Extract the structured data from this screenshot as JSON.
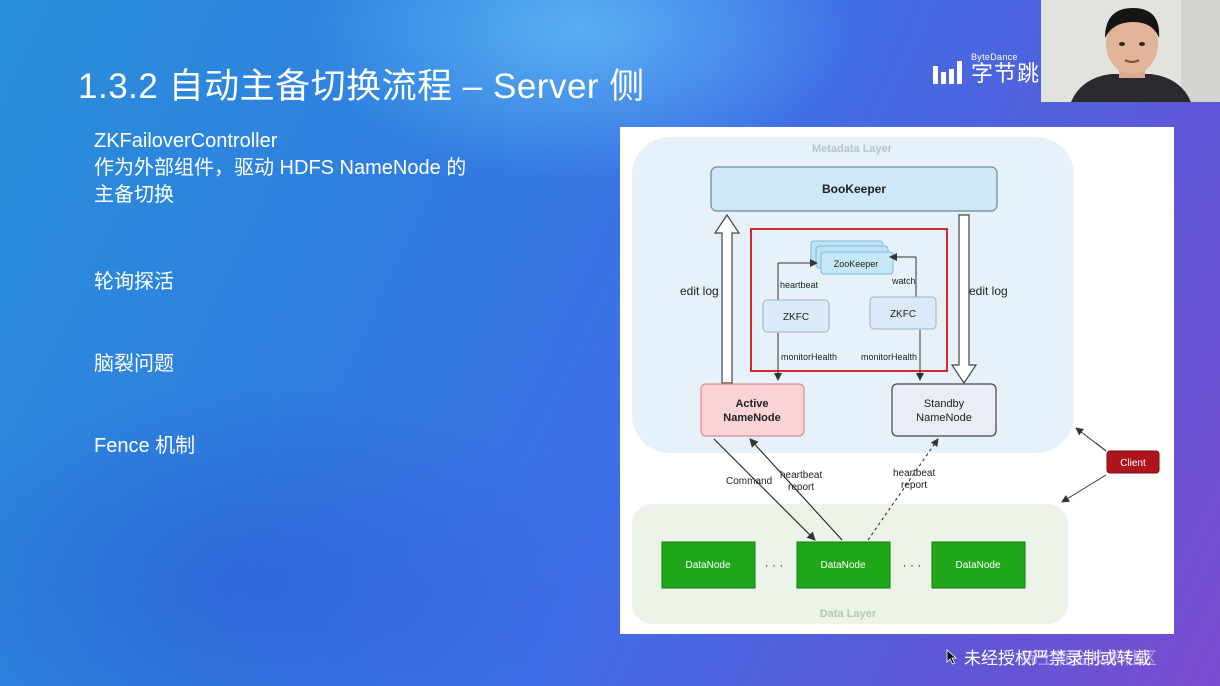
{
  "slide": {
    "title": "1.3.2 自动主备切换流程 – Server 侧",
    "logo": {
      "small": "ByteDance",
      "big": "字节跳动"
    },
    "bullets": {
      "intro_line1": "ZKFailoverController",
      "intro_line2": "作为外部组件，驱动 HDFS NameNode 的",
      "intro_line3": "主备切换",
      "item2": "轮询探活",
      "item3": "脑裂问题",
      "item4": "Fence 机制"
    },
    "diagram": {
      "metadata_layer": "Metadata Layer",
      "bookkeeper": "BooKeeper",
      "zookeeper": "ZooKeeper",
      "heartbeat": "heartbeat",
      "watch": "watch",
      "zkfc_left": "ZKFC",
      "zkfc_right": "ZKFC",
      "monitor_left": "monitorHealth",
      "monitor_right": "monitorHealth",
      "edit_log_left": "edit log",
      "edit_log_right": "edit log",
      "active_line1": "Active",
      "active_line2": "NameNode",
      "standby_line1": "Standby",
      "standby_line2": "NameNode",
      "command": "Command",
      "hb_report_mid_line1": "heartbeat",
      "hb_report_mid_line2": "report",
      "hb_report_right_line1": "heartbeat",
      "hb_report_right_line2": "report",
      "client": "Client",
      "datanode_1": "DataNode",
      "datanode_2": "DataNode",
      "datanode_3": "DataNode",
      "dots_1": "· · ·",
      "dots_2": "· · ·",
      "data_layer": "Data Layer"
    },
    "caption": "未经授权严禁录制或转载",
    "caption_ghost": "稀土掘金技术社区"
  },
  "colors": {
    "active_fill": "#f9d3d6",
    "standby_fill": "#e8eef3",
    "datanode_fill": "#20a81a",
    "client_fill": "#b0141d",
    "zk_border": "#d42a2a",
    "bookkeeper_fill": "#cfe8f7"
  }
}
